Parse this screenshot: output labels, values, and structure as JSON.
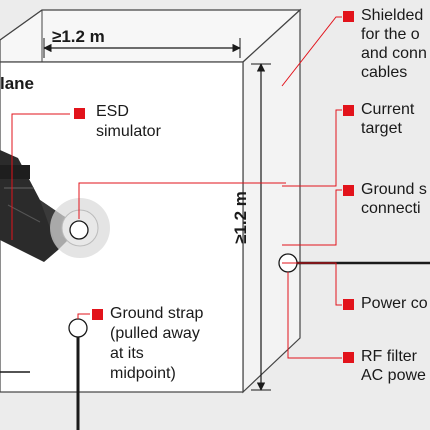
{
  "colors": {
    "accent": "#e2131b",
    "background": "#ececec",
    "room_face": "#ffffff",
    "equipment": "#2b2b2b",
    "cable": "#1a1a1a"
  },
  "dimensions": {
    "width": "≥1.2 m",
    "height": "≥1.2 m"
  },
  "plane_label": "lane",
  "labels": {
    "shielded_room": [
      "Shielded",
      "for the o",
      "and conn",
      "cables"
    ],
    "current_target": [
      "Current",
      "target"
    ],
    "ground_strap_connection": [
      "Ground s",
      "connecti"
    ],
    "power_cord": [
      "Power co"
    ],
    "rf_filter": [
      "RF filter",
      "AC powe"
    ],
    "esd_simulator": [
      "ESD",
      "simulator"
    ],
    "ground_strap": [
      "Ground strap",
      "(pulled away",
      "at its",
      "midpoint)"
    ]
  },
  "icons": {
    "marker": "red-square-icon",
    "target": "current-target-icon",
    "simulator": "esd-gun-icon"
  }
}
